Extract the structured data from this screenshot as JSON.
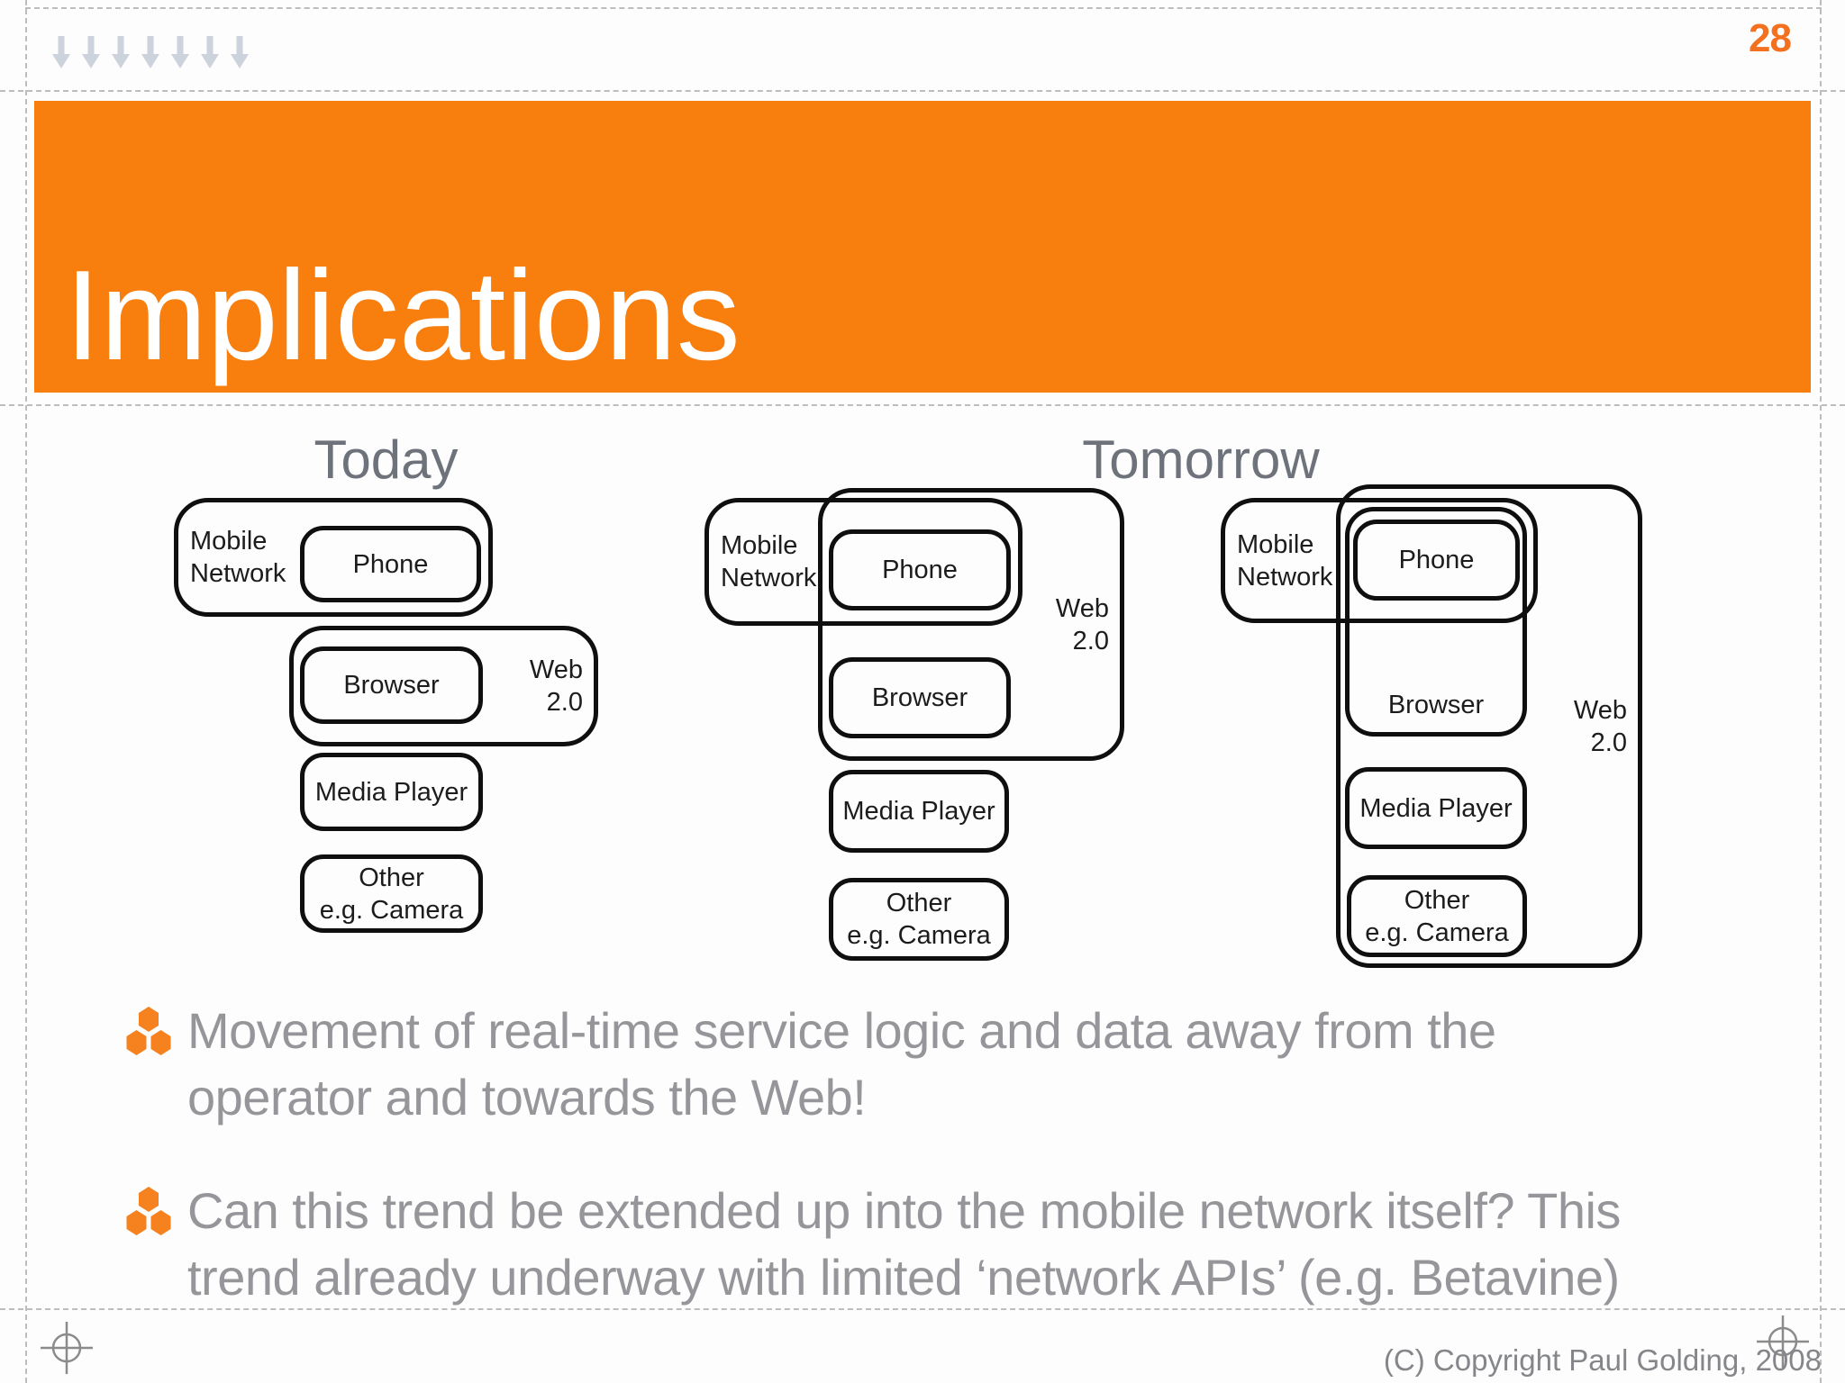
{
  "page": {
    "number": "28",
    "slide_title": "Implications",
    "footer_copyright": "(C) Copyright Paul Golding, 2008",
    "top_arrow_count": 7
  },
  "colors": {
    "banner_orange": "#F87E0D",
    "page_number_orange": "#F2701E",
    "bullet_icon_orange": "#F5821F",
    "arrow_gray_blue": "#ccd3dc",
    "column_title_gray": "#6e737b",
    "body_text_gray": "#96969a",
    "diagram_ink": "#0f0f0f"
  },
  "diagram": {
    "today_title": "Today",
    "tomorrow_title": "Tomorrow",
    "labels": {
      "mobile_network": "Mobile Network",
      "phone": "Phone",
      "browser": "Browser",
      "media_player": "Media Player",
      "other_line1": "Other",
      "other_line2": "e.g. Camera",
      "web_line1": "Web",
      "web_line2": "2.0"
    }
  },
  "bullets": [
    {
      "line1": "Movement of real-time service logic and data away from the",
      "line2": "operator and towards the Web!"
    },
    {
      "line1": "Can this trend be extended up into the mobile network itself? This",
      "line2": "trend already underway with limited ‘network APIs’ (e.g. Betavine)"
    }
  ]
}
